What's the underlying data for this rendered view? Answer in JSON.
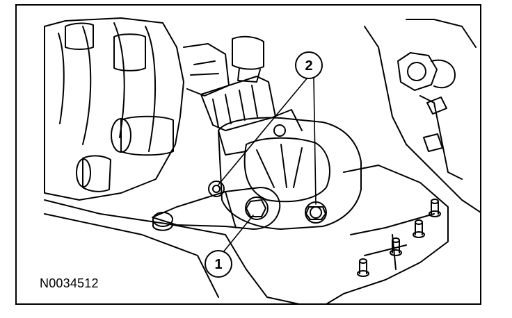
{
  "figure": {
    "id": "N0034512",
    "callouts": [
      {
        "label": "1"
      },
      {
        "label": "2"
      }
    ]
  }
}
